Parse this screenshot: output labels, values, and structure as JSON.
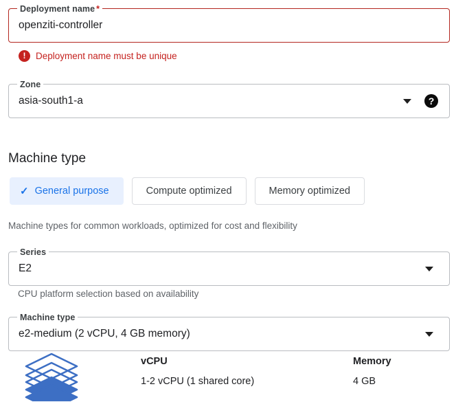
{
  "deployment_name": {
    "label": "Deployment name",
    "required_mark": "*",
    "value": "openziti-controller",
    "error_icon": "error-exclamation-icon",
    "error_message": "Deployment name must be unique"
  },
  "zone": {
    "label": "Zone",
    "value": "asia-south1-a",
    "dropdown_icon": "chevron-down-icon",
    "help_icon": "help-circle-icon",
    "help_glyph": "?"
  },
  "machine_type_section": {
    "title": "Machine type",
    "tabs": [
      {
        "label": "General purpose",
        "selected": true,
        "check_glyph": "✓"
      },
      {
        "label": "Compute optimized",
        "selected": false
      },
      {
        "label": "Memory optimized",
        "selected": false
      }
    ],
    "tabs_helper": "Machine types for common workloads, optimized for cost and flexibility"
  },
  "series": {
    "label": "Series",
    "value": "E2",
    "dropdown_icon": "chevron-down-icon",
    "helper": "CPU platform selection based on availability"
  },
  "machine_type": {
    "label": "Machine type",
    "value": "e2-medium (2 vCPU, 4 GB memory)",
    "dropdown_icon": "chevron-down-icon"
  },
  "spec_summary": {
    "icon": "stacked-layers-icon",
    "vcpu_header": "vCPU",
    "vcpu_value": "1-2 vCPU (1 shared core)",
    "memory_header": "Memory",
    "memory_value": "4 GB"
  },
  "colors": {
    "error_red": "#c5221f",
    "error_border": "#b3261e",
    "accent_blue": "#1a73e8",
    "accent_blue_bg": "#e8f0fe",
    "text_primary": "#202124",
    "text_secondary": "#5f6368",
    "border_gray": "#b9bcc0",
    "icon_blue": "#3d6fc4"
  }
}
